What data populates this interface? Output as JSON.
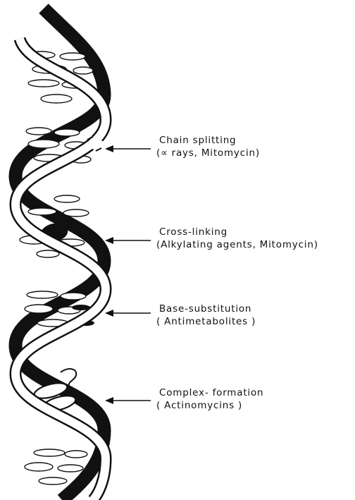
{
  "annotations": [
    {
      "id": "chain-splitting",
      "title": "Chain splitting",
      "subtitle": "(∝ rays, Mitomycin)"
    },
    {
      "id": "cross-linking",
      "title": "Cross-linking",
      "subtitle": "(Alkylating agents, Mitomycin)"
    },
    {
      "id": "base-substitution",
      "title": "Base-substitution",
      "subtitle": "( Antimetabolites )"
    },
    {
      "id": "complex-formation",
      "title": "Complex- formation",
      "subtitle": "( Actinomycins )"
    }
  ],
  "colors": {
    "ink": "#111111",
    "paper": "#ffffff"
  }
}
